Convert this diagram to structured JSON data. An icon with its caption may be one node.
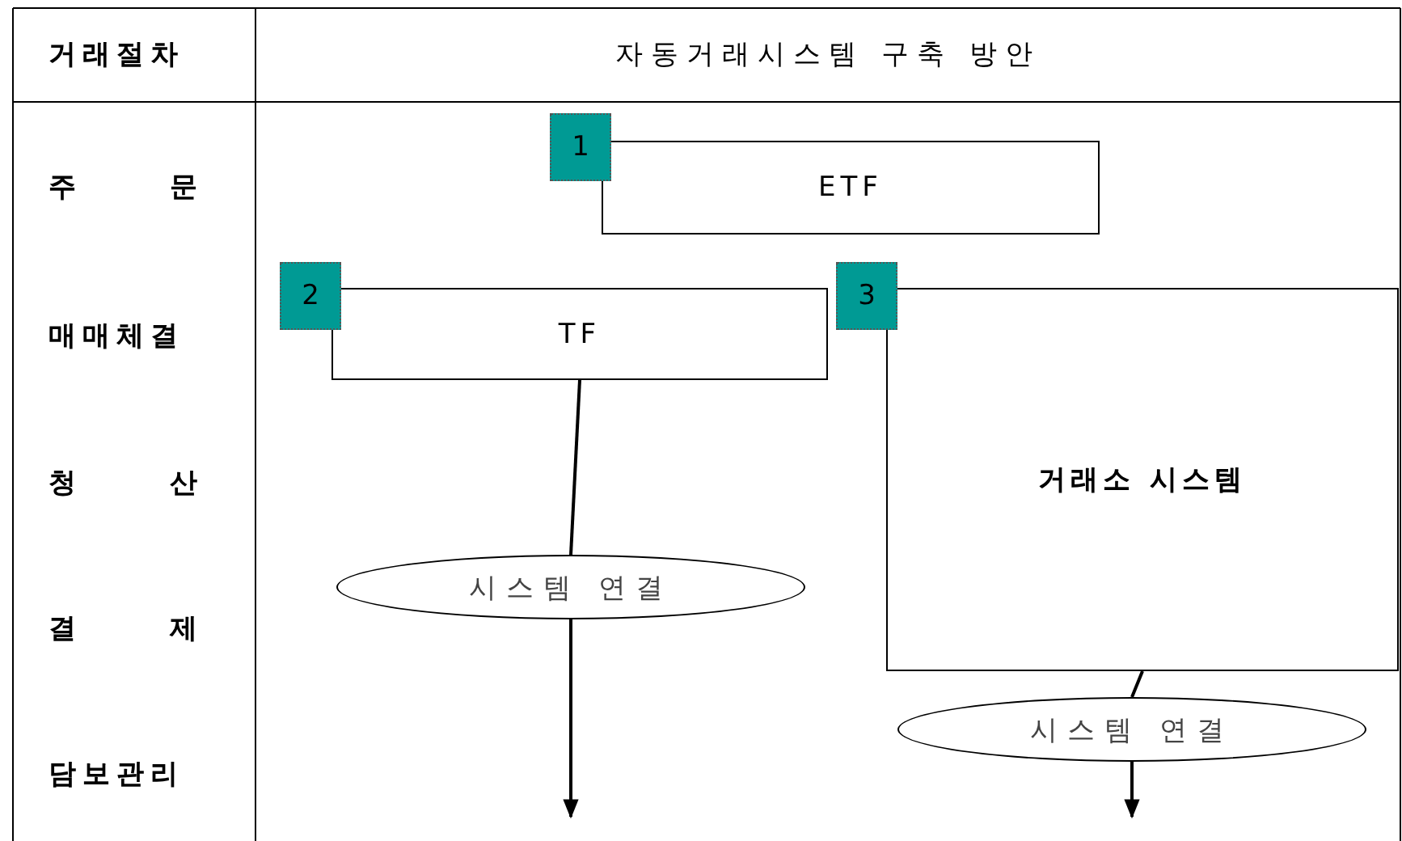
{
  "diagram": {
    "nodes": [
      {
        "text": [
          "1"
        ]
      },
      {
        "text": [
          "ETF"
        ]
      },
      {
        "text": [
          "2"
        ]
      },
      {
        "text": [
          "TF"
        ]
      },
      {
        "text": [
          "3"
        ]
      },
      {
        "text": [
          "거래소 시스템"
        ]
      },
      {
        "text": [
          "시스템 연결"
        ]
      },
      {
        "text": [
          "시스템 연결"
        ]
      }
    ],
    "edges": [
      {
        "from": 3,
        "to": 6,
        "arrow": "none"
      },
      {
        "from": 6,
        "to": null,
        "arrow": "to"
      },
      {
        "from": 5,
        "to": 7,
        "arrow": "none"
      },
      {
        "from": 7,
        "to": null,
        "arrow": "to"
      }
    ],
    "labels": [
      "거래절차",
      "자동거래시스템 구축 방안",
      "주 문",
      "매매체결",
      "청 산",
      "결 제",
      "담보관리"
    ]
  }
}
